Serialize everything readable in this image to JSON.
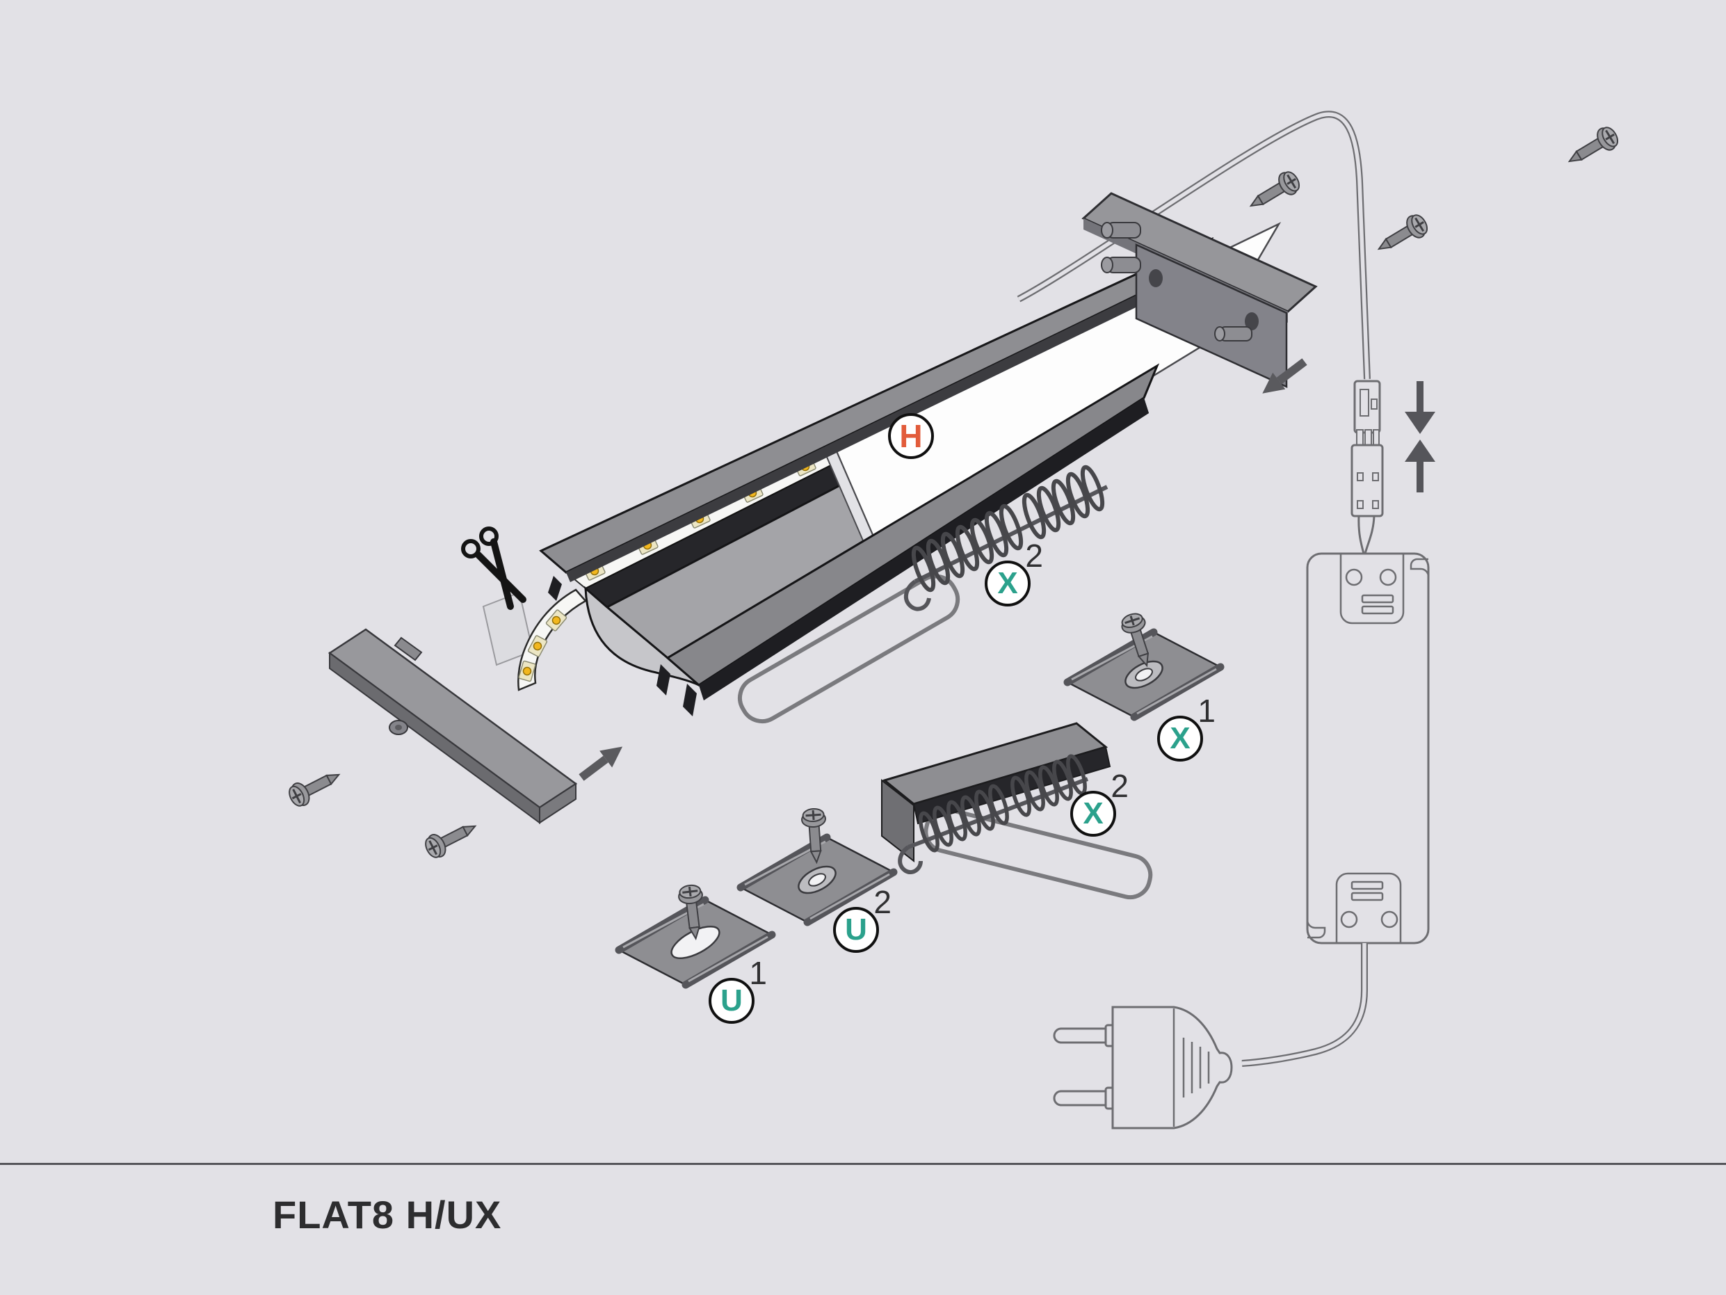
{
  "page": {
    "title": "FLAT8 H/UX",
    "background_color": "#E2E1E6",
    "divider_color": "#55555A",
    "title_color": "#2D2D2F"
  },
  "legend": {
    "h_marker": {
      "letter": "H",
      "color": "#E25C3B"
    },
    "markers": [
      {
        "letter": "X",
        "sup": "2",
        "color": "#2BA18C"
      },
      {
        "letter": "X",
        "sup": "1",
        "color": "#2BA18C"
      },
      {
        "letter": "X",
        "sup": "2",
        "color": "#2BA18C"
      },
      {
        "letter": "U",
        "sup": "2",
        "color": "#2BA18C"
      },
      {
        "letter": "U",
        "sup": "1",
        "color": "#2BA18C"
      }
    ],
    "marker_letter_teal": "#2BA18C",
    "sup_color": "#303032"
  },
  "colors": {
    "profile_metal": "#8E8E92",
    "profile_dark": "#26262A",
    "profile_interior": "#A4A4A8",
    "cover_white": "#FDFDFD",
    "outline_drawing": "#6D6D71",
    "arrow_gray": "#5A5A5E",
    "led_yellow": "#F2B71E",
    "led_base": "#ECE6C4"
  },
  "icons": {
    "scissors": "scissors-icon",
    "insert_arrow": "arrow-icon",
    "connect_arrows": "connect-arrows-icon"
  }
}
